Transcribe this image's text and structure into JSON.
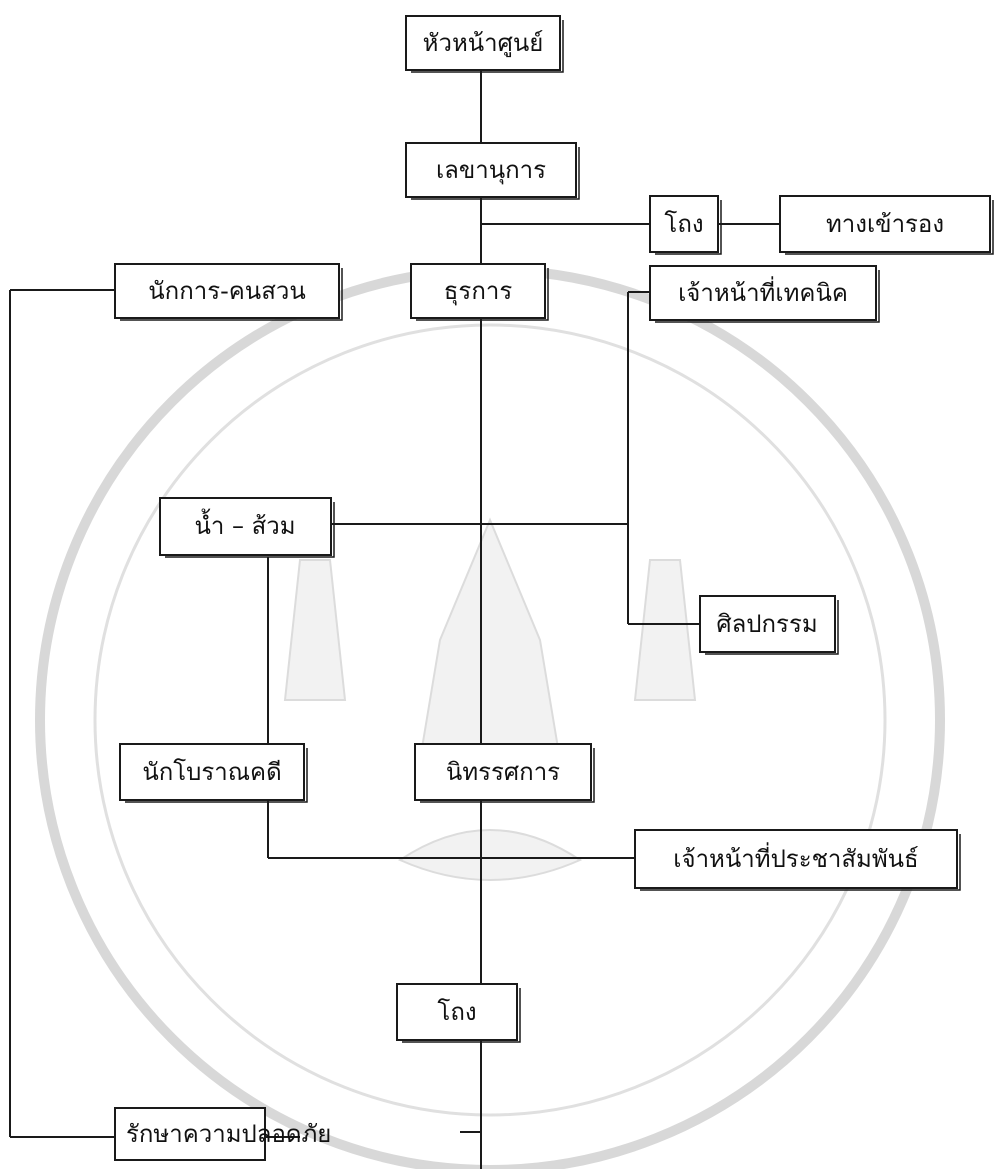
{
  "nodes": {
    "head": "หัวหน้าศูนย์",
    "secretary": "เลขานุการ",
    "garage_top": "โถง",
    "entrance": "ทางเข้ารอง",
    "janitor": "นักการ-คนสวน",
    "admin": "ธุรการ",
    "technician": "เจ้าหน้าที่เทคนิค",
    "toilet": "น้ำ – ส้วม",
    "arts": "ศิลปกรรม",
    "archaeologist": "นักโบราณคดี",
    "exhibition": "นิทรรศการ",
    "pr": "เจ้าหน้าที่ประชาสัมพันธ์",
    "garage_bottom": "โถง",
    "security": "รักษาความปลอดภัย"
  },
  "colors": {
    "ink": "#1a1a1a",
    "paper": "#ffffff",
    "seal": "#d8d8d8"
  }
}
